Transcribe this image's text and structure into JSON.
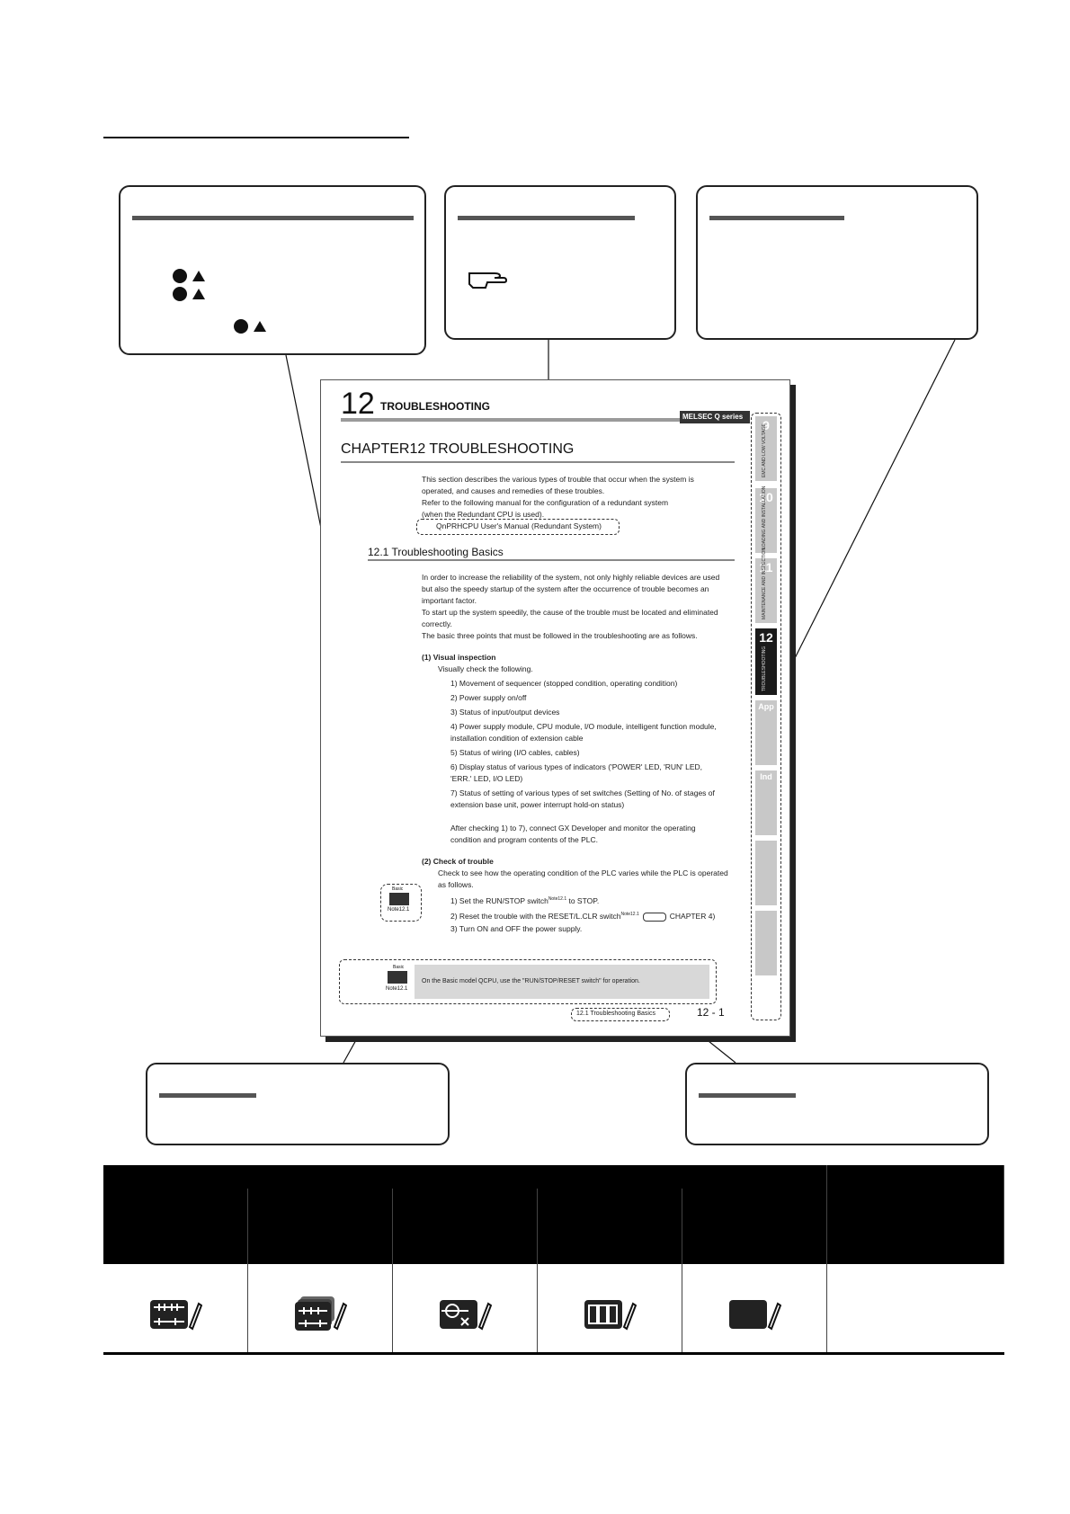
{
  "page_view": {
    "chapter_number": "12",
    "chapter_header": "TROUBLESHOOTING",
    "brand_logo": "MELSEC Q series",
    "chapter_title": "CHAPTER12  TROUBLESHOOTING",
    "intro": [
      "This section describes the various types of trouble that occur when the system is",
      "operated, and causes and remedies of these troubles.",
      "Refer to the following manual for the configuration of a redundant system",
      "(when the Redundant CPU is used)."
    ],
    "reference": "QnPRHCPU User's Manual (Redundant System)",
    "section_title": "12.1  Troubleshooting Basics",
    "section_body": [
      "In order to increase the reliability of the system, not only highly reliable devices are used",
      "but also the speedy startup of the system after the occurrence of trouble becomes an",
      "important factor.",
      "To start up the system speedily, the cause of the trouble must be located and eliminated",
      "correctly.",
      "The basic three points that must be followed in the troubleshooting are as follows."
    ],
    "item1_heading": "(1)  Visual inspection",
    "item1_lead": "Visually check the following.",
    "item1_list": [
      "1)   Movement of sequencer (stopped condition, operating condition)",
      "2)   Power supply on/off",
      "3)   Status of input/output devices",
      "4)   Power supply module, CPU module, I/O module, intelligent function module,",
      "       installation condition of extension cable",
      "5)   Status of wiring (I/O cables, cables)",
      "6)   Display status of various types of indicators ('POWER' LED, 'RUN' LED,",
      "       'ERR.' LED, I/O LED)",
      "7)   Status of setting of various types of set switches (Setting of No. of stages of",
      "       extension base unit, power interrupt hold-on status)"
    ],
    "item1_after": [
      "After checking 1) to 7), connect GX Developer and monitor the operating",
      "condition and program contents of the PLC."
    ],
    "item2_heading": "(2)  Check of trouble",
    "item2_lead": [
      "Check to see how the operating condition of the PLC varies while the PLC is operated",
      "as follows."
    ],
    "item2_list": [
      "1)   Set the RUN/STOP switch",
      "2)   Reset the trouble with the RESET/L.CLR switch",
      "3)   Turn ON and OFF the power supply."
    ],
    "item2_step1_suffix": " to STOP.",
    "item2_step2_suffix": "CHAPTER 4)",
    "note_superscript": "Note12.1",
    "note_icon_caption_top": "Basic",
    "note_icon_caption_bottom": "Note12.1",
    "note_box_text": "On the Basic model QCPU, use the \"RUN/STOP/RESET switch\" for operation.",
    "footer_section": "12.1  Troubleshooting Basics",
    "page_number": "12 - 1",
    "side_tabs": [
      {
        "num": "9",
        "label": "EMC AND LOW VOLTAGE"
      },
      {
        "num": "10",
        "label": "LOADING AND INSTALLATION"
      },
      {
        "num": "11",
        "label": "MAINTENANCE AND INSPECTION"
      },
      {
        "num": "12",
        "label": "TROUBLESHOOTING"
      },
      {
        "num": "App",
        "label": ""
      },
      {
        "num": "Ind",
        "label": ""
      },
      {
        "num": "",
        "label": ""
      },
      {
        "num": "",
        "label": ""
      }
    ]
  },
  "icon_table": {
    "icons": [
      "basic-model-qcpu-icon",
      "high-performance-model-qcpu-icon",
      "process-cpu-icon",
      "redundant-cpu-icon",
      "universal-model-qcpu-icon"
    ]
  },
  "colors": {
    "accent_dark": "#111111",
    "tab_gray": "#c8c8c8",
    "active_tab": "#1a1a1a",
    "note_bg": "#d8d8d8"
  }
}
